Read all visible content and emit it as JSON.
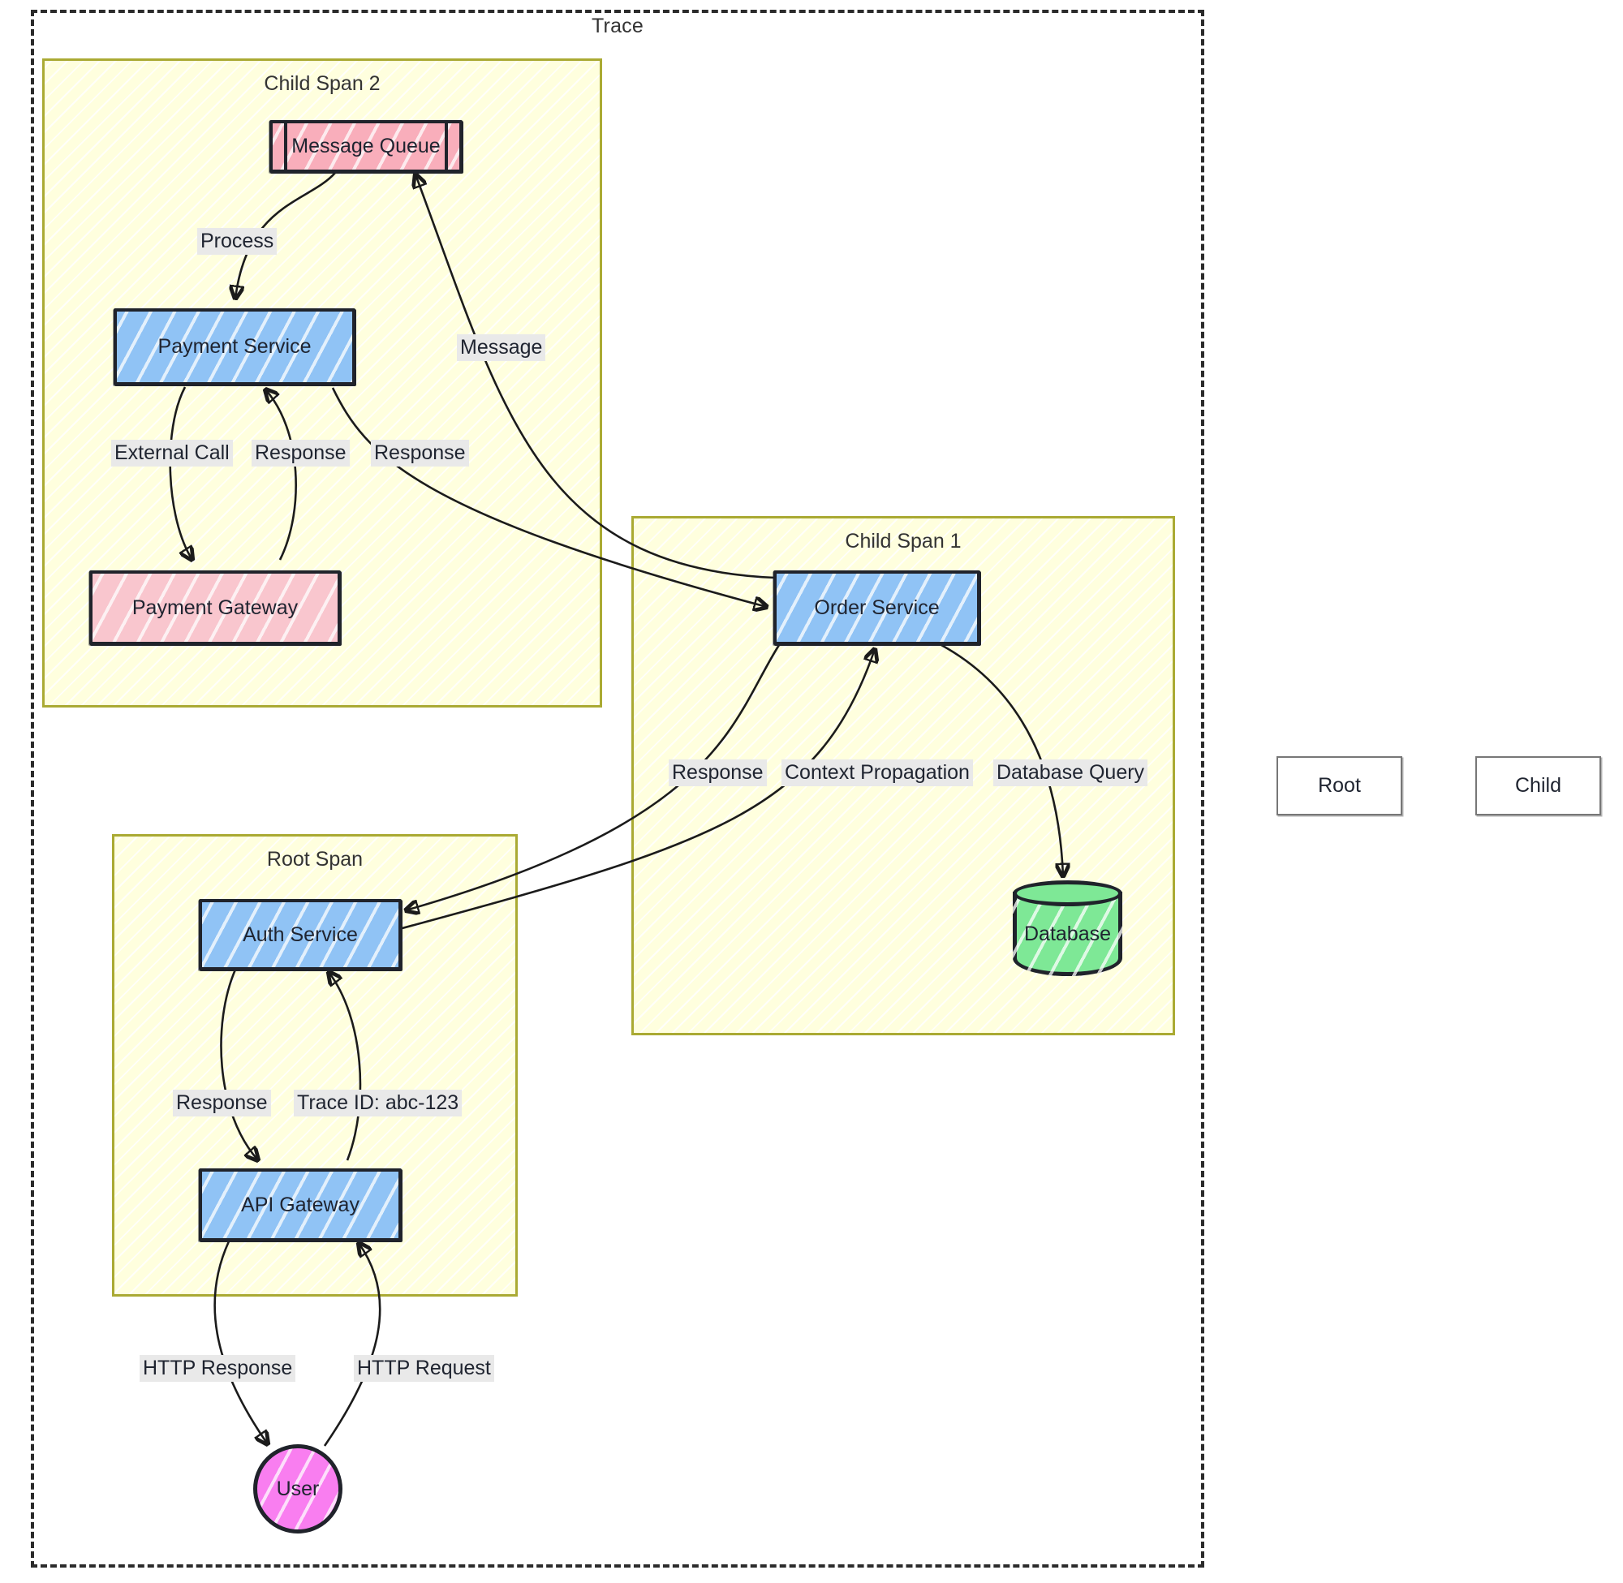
{
  "diagram": {
    "title": "Trace",
    "type": "distributed-tracing-flowchart"
  },
  "spans": [
    {
      "id": "child2",
      "title": "Child Span 2"
    },
    {
      "id": "child1",
      "title": "Child Span 1"
    },
    {
      "id": "root",
      "title": "Root Span"
    }
  ],
  "nodes": [
    {
      "id": "message_queue",
      "label": "Message Queue",
      "shape": "subroutine",
      "color": "#f9aebb",
      "span": "child2"
    },
    {
      "id": "payment_service",
      "label": "Payment Service",
      "shape": "rect",
      "color": "#90c3f5",
      "span": "child2"
    },
    {
      "id": "payment_gateway",
      "label": "Payment Gateway",
      "shape": "rect",
      "color": "#f9c6ce",
      "span": "child2"
    },
    {
      "id": "order_service",
      "label": "Order Service",
      "shape": "rect",
      "color": "#90c3f5",
      "span": "child1"
    },
    {
      "id": "database",
      "label": "Database",
      "shape": "cylinder",
      "color": "#7ee896",
      "span": "child1"
    },
    {
      "id": "auth_service",
      "label": "Auth Service",
      "shape": "rect",
      "color": "#90c3f5",
      "span": "root"
    },
    {
      "id": "api_gateway",
      "label": "API Gateway",
      "shape": "rect",
      "color": "#90c3f5",
      "span": "root"
    },
    {
      "id": "user",
      "label": "User",
      "shape": "circle",
      "color": "#f97ef0",
      "span": null
    }
  ],
  "edges": [
    {
      "from": "message_queue",
      "to": "payment_service",
      "label": "Process"
    },
    {
      "from": "order_service",
      "to": "message_queue",
      "label": "Message"
    },
    {
      "from": "payment_service",
      "to": "payment_gateway",
      "label": "External Call"
    },
    {
      "from": "payment_gateway",
      "to": "payment_service",
      "label": "Response"
    },
    {
      "from": "payment_service",
      "to": "order_service",
      "label": "Response"
    },
    {
      "from": "order_service",
      "to": "auth_service",
      "label": "Response"
    },
    {
      "from": "auth_service",
      "to": "order_service",
      "label": "Context Propagation"
    },
    {
      "from": "order_service",
      "to": "database",
      "label": "Database Query"
    },
    {
      "from": "auth_service",
      "to": "api_gateway",
      "label": "Response"
    },
    {
      "from": "api_gateway",
      "to": "auth_service",
      "label": "Trace ID: abc-123"
    },
    {
      "from": "api_gateway",
      "to": "user",
      "label": "HTTP Response"
    },
    {
      "from": "user",
      "to": "api_gateway",
      "label": "HTTP Request"
    }
  ],
  "edge_labels": {
    "process": "Process",
    "message": "Message",
    "external_call": "External Call",
    "response_gateway": "Response",
    "response_order": "Response",
    "response_auth": "Response",
    "context_propagation": "Context Propagation",
    "database_query": "Database Query",
    "response_api": "Response",
    "trace_id": "Trace ID: abc-123",
    "http_response": "HTTP Response",
    "http_request": "HTTP Request"
  },
  "legend": [
    {
      "id": "root",
      "label": "Root"
    },
    {
      "id": "child",
      "label": "Child"
    }
  ],
  "colors": {
    "span_fill": "#ffffde",
    "span_border": "#aaaa33",
    "node_border": "#20232b",
    "service_blue": "#90c3f5",
    "queue_pink": "#f9aebb",
    "gateway_pink": "#f9c6ce",
    "database_green": "#7ee896",
    "user_magenta": "#f97ef0",
    "edge_label_bg": "#e9e9e9",
    "trace_border": "#2b2b2b"
  }
}
